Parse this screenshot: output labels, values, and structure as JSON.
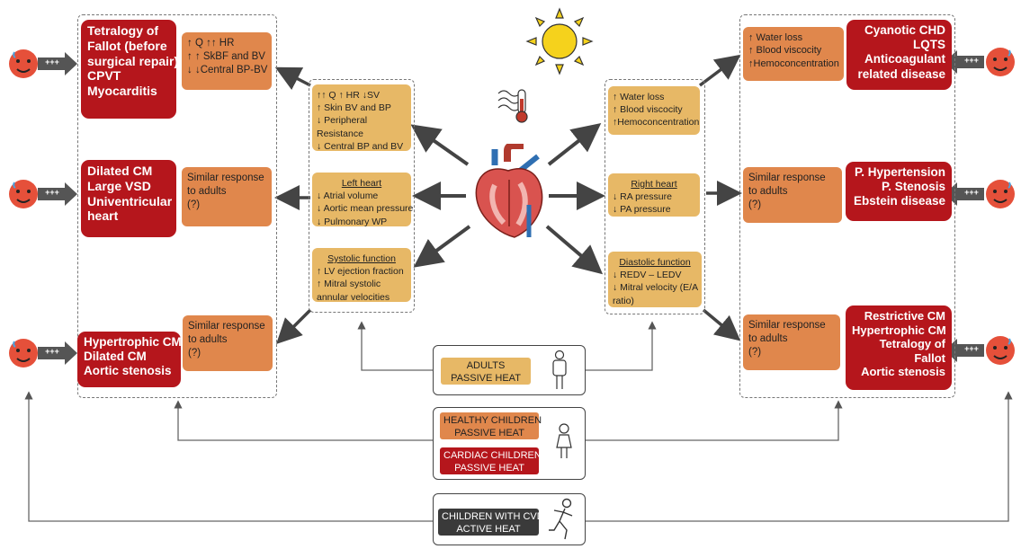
{
  "left_groups": [
    {
      "conditions": [
        "Tetralogy of",
        "Fallot (before",
        "surgical repair)",
        "CPVT",
        "Myocarditis"
      ],
      "response": [
        "↑ Q ↑↑ HR",
        "↑ ↑ SkBF and BV",
        "↓ ↓Central BP-BV"
      ]
    },
    {
      "conditions": [
        "Dilated CM",
        "Large VSD",
        "Univentricular",
        "heart"
      ],
      "response": [
        "Similar response",
        "to adults",
        "(?)"
      ]
    },
    {
      "conditions": [
        "Hypertrophic CM",
        "Dilated CM",
        "Aortic stenosis"
      ],
      "response": [
        "Similar response",
        "to adults",
        "(?)"
      ]
    }
  ],
  "right_groups": [
    {
      "conditions": [
        "Cyanotic CHD",
        "LQTS",
        "Anticoagulant",
        "related disease"
      ],
      "response": [
        "↑ Water loss",
        "↑ Blood viscocity",
        "↑Hemoconcentration"
      ]
    },
    {
      "conditions": [
        "P. Hypertension",
        "P. Stenosis",
        "Ebstein disease"
      ],
      "response": [
        "Similar response",
        "to adults",
        "(?)"
      ]
    },
    {
      "conditions": [
        "Restrictive CM",
        "Hypertrophic CM",
        "Tetralogy of",
        "Fallot",
        "Aortic stenosis"
      ],
      "response": [
        "Similar response",
        "to adults",
        "(?)"
      ]
    }
  ],
  "adult_left": [
    {
      "title": "",
      "lines": [
        "↑↑ Q ↑ HR ↓SV",
        "↑ Skin BV and BP",
        "↓ Peripheral",
        "Resistance",
        "↓ Central BP and BV"
      ]
    },
    {
      "title": "Left heart",
      "lines": [
        "↓ Atrial volume",
        "↓ Aortic mean pressure",
        "↓ Pulmonary WP"
      ]
    },
    {
      "title": "Systolic function",
      "lines": [
        "↑ LV ejection fraction",
        "↑ Mitral systolic",
        "annular velocities"
      ]
    }
  ],
  "adult_right": [
    {
      "title": "",
      "lines": [
        "↑ Water loss",
        "↑ Blood viscocity",
        "↑Hemoconcentration"
      ]
    },
    {
      "title": "Right heart",
      "lines": [
        "↓ RA pressure",
        "↓ PA pressure"
      ]
    },
    {
      "title": "Diastolic function",
      "lines": [
        "↓ REDV – LEDV",
        "↓ Mitral velocity (E/A",
        "ratio)"
      ]
    }
  ],
  "plus_label": "+++",
  "legend": {
    "adults": [
      "ADULTS",
      "PASSIVE HEAT"
    ],
    "healthy_children": [
      "HEALTHY CHILDREN",
      "PASSIVE HEAT"
    ],
    "cardiac_children": [
      "CARDIAC CHILDREN",
      "PASSIVE HEAT"
    ],
    "children_cvd": [
      "CHILDREN WITH CVD",
      "ACTIVE HEAT"
    ]
  },
  "colors": {
    "red": "#b5161c",
    "orange": "#e0874c",
    "yellow": "#e7b866",
    "dark": "#3a3a3a"
  }
}
